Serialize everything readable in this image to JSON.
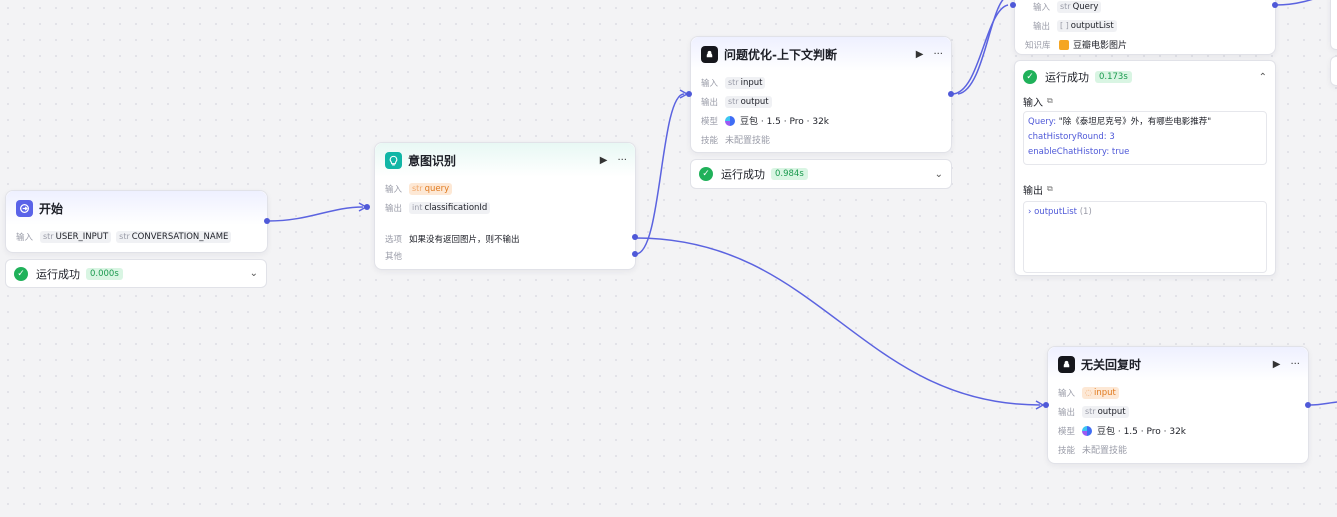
{
  "labels": {
    "input": "输入",
    "output": "输出",
    "model": "模型",
    "skill": "技能",
    "options": "选项",
    "other": "其他",
    "kb": "知识库"
  },
  "start_node": {
    "title": "开始",
    "inputs": [
      {
        "type": "str",
        "name": "USER_INPUT"
      },
      {
        "type": "str",
        "name": "CONVERSATION_NAME"
      }
    ],
    "status": {
      "text": "运行成功",
      "time": "0.000s"
    }
  },
  "intent_node": {
    "title": "意图识别",
    "input": {
      "type": "str",
      "name": "query"
    },
    "output": {
      "type": "int",
      "name": "classificationId"
    },
    "option_text": "如果没有返回图片，则不输出"
  },
  "optimize_node": {
    "title": "问题优化-上下文判断",
    "input": {
      "type": "str",
      "name": "input"
    },
    "output": {
      "type": "str",
      "name": "output"
    },
    "model": "豆包 · 1.5 · Pro · 32k",
    "skill": "未配置技能",
    "status": {
      "text": "运行成功",
      "time": "0.984s"
    }
  },
  "kb_node": {
    "input": {
      "type": "str",
      "name": "Query"
    },
    "output": {
      "type": "[ ]",
      "name": "outputList"
    },
    "kb_name": "豆瓣电影图片"
  },
  "kb_result": {
    "status": {
      "text": "运行成功",
      "time": "0.173s"
    },
    "input_title": "输入",
    "input_lines": [
      {
        "key": "Query",
        "value": "\"除《泰坦尼克号》外，有哪些电影推荐\""
      },
      {
        "key": "chatHistoryRound",
        "value": "3"
      },
      {
        "key": "enableChatHistory",
        "value": "true"
      }
    ],
    "output_title": "输出",
    "output_item": {
      "key": "outputList",
      "count": "(1)"
    }
  },
  "irrelevant_node": {
    "title": "无关回复时",
    "input": {
      "type": "",
      "name": "input"
    },
    "output": {
      "type": "str",
      "name": "output"
    },
    "model": "豆包 · 1.5 · Pro · 32k",
    "skill": "未配置技能"
  },
  "colors": {
    "edge": "#5b63e0",
    "port": "#4f59d8",
    "success": "#20b15a"
  },
  "icons": {
    "start": "login-icon",
    "intent": "intent-bulb-icon",
    "llm": "llm-bot-icon",
    "run": "play-icon",
    "more": "more-icon"
  }
}
